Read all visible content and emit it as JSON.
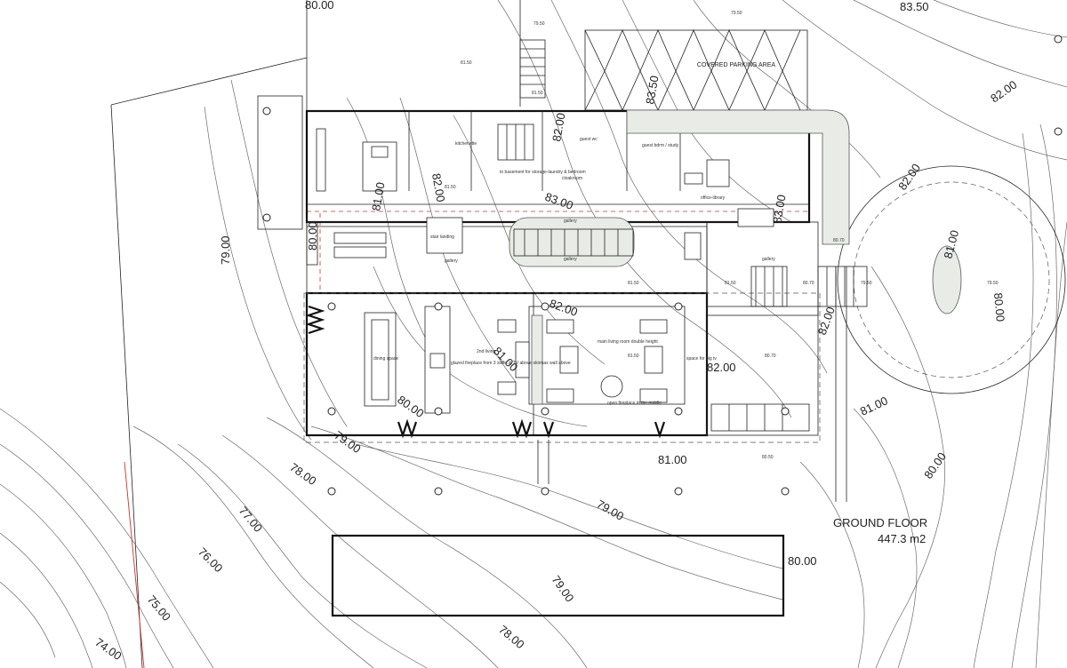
{
  "plan": {
    "title": "GROUND FLOOR",
    "area": "447.3 m2",
    "parking_label": "COVERED PARKING AREA",
    "contour_labels": [
      "83.50",
      "83.50",
      "82.00",
      "82.00",
      "81.00",
      "80.00",
      "79.00",
      "79.00",
      "80.00",
      "81.00",
      "82.00",
      "83.00",
      "83.00",
      "82.00",
      "81.00",
      "80.00",
      "79.00",
      "78.00",
      "77.00",
      "76.00",
      "75.00",
      "74.00",
      "80.00",
      "79.00",
      "78.00",
      "80.00",
      "81.00",
      "82.00",
      "81.00",
      "80.00",
      "82.00",
      "82.00"
    ],
    "room_labels": [
      "kitchenette",
      "to basement for storage-laundry & bedroom",
      "cloakroom",
      "guest wc",
      "guest bdrm / study",
      "office-library",
      "main living room double height",
      "gallery",
      "gallery",
      "gallery",
      "dining space",
      "2nd living",
      "glazed fireplace from 3 sides & TV above skirmas wall above",
      "open fireplace in the middle",
      "space for big tv",
      "stair landing",
      "gallery"
    ],
    "level_labels": [
      "79.50",
      "79.50",
      "81.50",
      "81.50",
      "81.50",
      "81.50",
      "79.50",
      "80.70",
      "81.50",
      "80.70",
      "80.50",
      "79.50",
      "80.70",
      "81.50"
    ]
  }
}
